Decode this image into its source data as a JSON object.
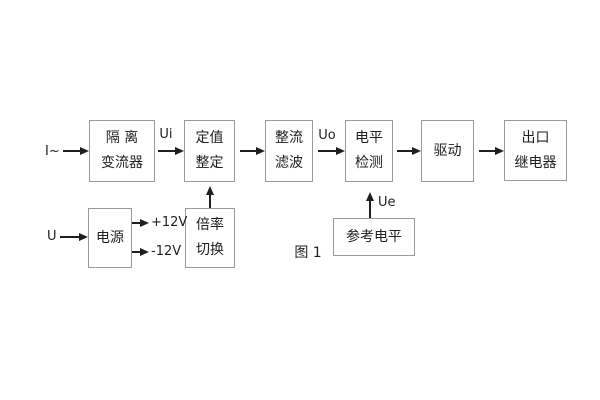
{
  "figure": {
    "caption": "图 1"
  },
  "blocks": {
    "isolation_transformer": {
      "line1": "隔 离",
      "line2": "变流器"
    },
    "setting_adjust": {
      "line1": "定值",
      "line2": "整定"
    },
    "rectify_filter": {
      "line1": "整流",
      "line2": "滤波"
    },
    "level_detect": {
      "line1": "电平",
      "line2": "检测"
    },
    "drive": {
      "label": "驱动"
    },
    "output_relay": {
      "line1": "出口",
      "line2": "继电器"
    },
    "power_supply": {
      "label": "电源"
    },
    "ratio_switch": {
      "line1": "倍率",
      "line2": "切换"
    },
    "reference_level": {
      "label": "参考电平"
    }
  },
  "signals": {
    "input_current": "I~",
    "input_voltage": "U",
    "ui": "Ui",
    "uo": "Uo",
    "ue": "Ue",
    "plus_rail": "+12V",
    "minus_rail": "-12V"
  },
  "colors": {
    "background": "#ffffff",
    "box_border": "#9a9a9a",
    "text": "#1f1f1f",
    "arrow": "#1f1f1f"
  }
}
